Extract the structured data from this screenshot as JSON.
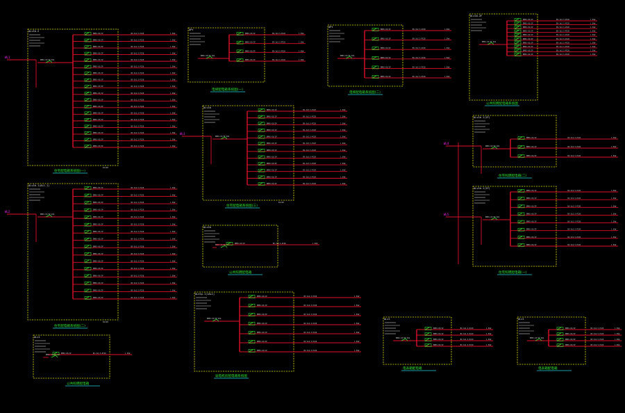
{
  "drawing": {
    "background": "#000000",
    "colors": {
      "frame": "#e6e600",
      "feeder": "#e0102a",
      "breaker": "#2ee62e",
      "caption": "#2ee62e",
      "caption_underline": "#22d4e6",
      "incoming": "#ff22ff",
      "text": "#e8e8e8"
    }
  },
  "panels": [
    {
      "id": "p1",
      "header": "ALv1b-2",
      "caption": "住宅配电箱系统图(一)",
      "tag": "K1=40",
      "incoming": "WL1",
      "feeders": 18
    },
    {
      "id": "p2",
      "header": "ALv1b-1(AL1-1)",
      "caption": "住宅配电箱系统图(二)",
      "tag": "K1=40",
      "incoming": "WL2",
      "feeders": 16
    },
    {
      "id": "p3",
      "header": "ALz1",
      "caption": "公共照明配电箱",
      "tag": "",
      "incoming": "",
      "feeders": 1
    },
    {
      "id": "p4",
      "header": "APt",
      "caption": "电梯配电箱系统图(一)",
      "tag": "",
      "incoming": "",
      "feeders": 4
    },
    {
      "id": "p5",
      "header": "ALv1b",
      "caption": "住宅配电箱系统图(三)",
      "tag": "K1=40",
      "incoming": "WL3",
      "feeders": 12
    },
    {
      "id": "p6",
      "header": "ALz1b",
      "caption": "公共照明配电箱",
      "tag": "",
      "incoming": "",
      "feeders": 1
    },
    {
      "id": "p7",
      "header": "ALe1p-1(1AL1)",
      "caption": "弱电机房配电箱系统图",
      "tag": "",
      "incoming": "",
      "feeders": 7
    },
    {
      "id": "p8",
      "header": "APt",
      "caption": "电梯配电箱系统图(二)",
      "tag": "",
      "incoming": "",
      "feeders": 6
    },
    {
      "id": "p9",
      "header": "ALv1b-2F",
      "caption": "公共照明配电箱系统图",
      "tag": "",
      "incoming": "",
      "feeders": 10
    },
    {
      "id": "p10",
      "header": "ALv1b-1(1F)",
      "caption": "住宅照明配电箱(二)",
      "tag": "",
      "incoming": "WL4",
      "feeders": 3
    },
    {
      "id": "p11",
      "header": "ALv1b-1(1F)",
      "caption": "住宅照明配电箱(一)",
      "tag": "",
      "incoming": "WL5",
      "feeders": 8
    },
    {
      "id": "p12",
      "header": "ALv1",
      "caption": "电表箱配电箱",
      "tag": "",
      "incoming": "",
      "feeders": 4
    },
    {
      "id": "p13",
      "header": "ALv1",
      "caption": "电表箱配电箱",
      "tag": "",
      "incoming": "",
      "feeders": 4
    }
  ],
  "labels": {
    "breaker": "BM65-63/1P",
    "rcd": "BM65-63/2P",
    "spec": "BV-3x2.5-PC20",
    "load": "1.5kW",
    "main_breaker": "BM65-63/3P 40A"
  }
}
